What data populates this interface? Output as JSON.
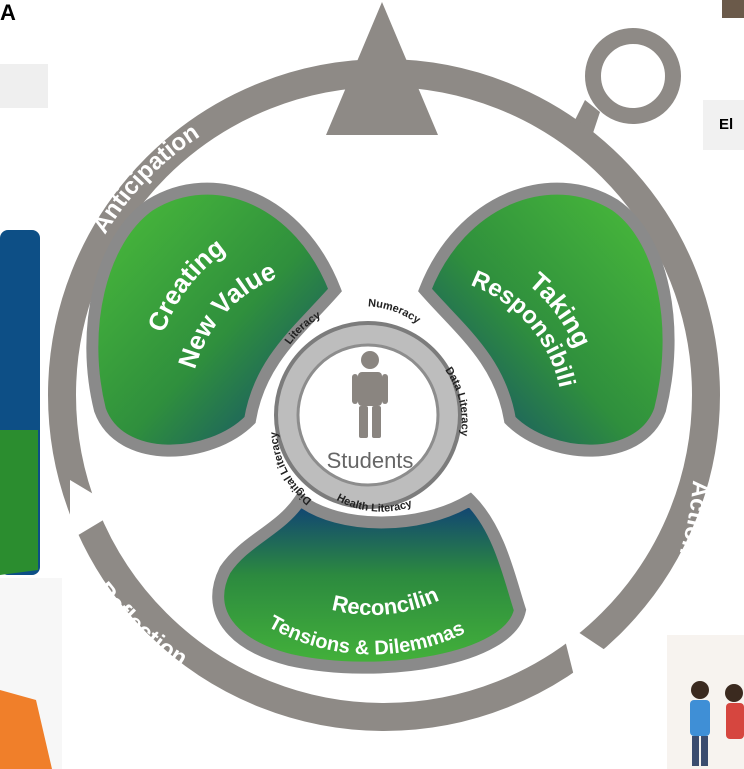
{
  "edge_fragments": {
    "top_left_letter": "A",
    "top_right_label": "El"
  },
  "diagram": {
    "ring_labels": [
      "Anticipation",
      "Action",
      "Reflection"
    ],
    "petals": [
      {
        "lines": [
          "Creating",
          "New Value"
        ]
      },
      {
        "lines": [
          "Taking",
          "Responsibility"
        ]
      },
      {
        "lines": [
          "Reconciling",
          "Tensions & Dilemmas"
        ]
      }
    ],
    "center": {
      "label": "Students",
      "literacies": [
        "Numeracy",
        "Data Literacy",
        "Health Literacy",
        "Digital Literacy",
        "Literacy"
      ]
    },
    "colors": {
      "ring": "#8e8a86",
      "petal_green": "#3aa634",
      "petal_blue": "#0f3f78",
      "petal_outline": "#8a8a8a",
      "center_ring": "#bdbdbd",
      "figure": "#8a8580"
    }
  },
  "background_colors": {
    "left_blue_panel": "#0d4f86",
    "left_green_panel": "#2b8d2f",
    "orange_triangle": "#f07f2a"
  }
}
